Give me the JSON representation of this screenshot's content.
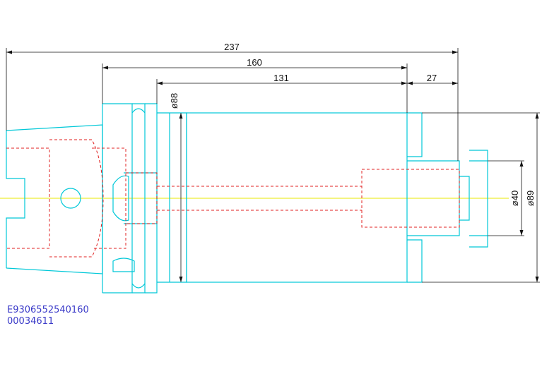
{
  "drawing": {
    "dimensions": {
      "overall_length": "237",
      "body_length": "160",
      "cylinder_length": "131",
      "nose_length": "27",
      "flange_diameter": "ø88",
      "nose_diameter": "ø40",
      "body_diameter": "ø89"
    },
    "codes": {
      "part_number": "E9306552540160",
      "item_number": "00034611"
    }
  },
  "colors": {
    "outline": "#00c8d8",
    "hidden": "#e02020",
    "centerline": "#e8e800",
    "dimension": "#111111",
    "text_code": "#3a3ac8"
  }
}
